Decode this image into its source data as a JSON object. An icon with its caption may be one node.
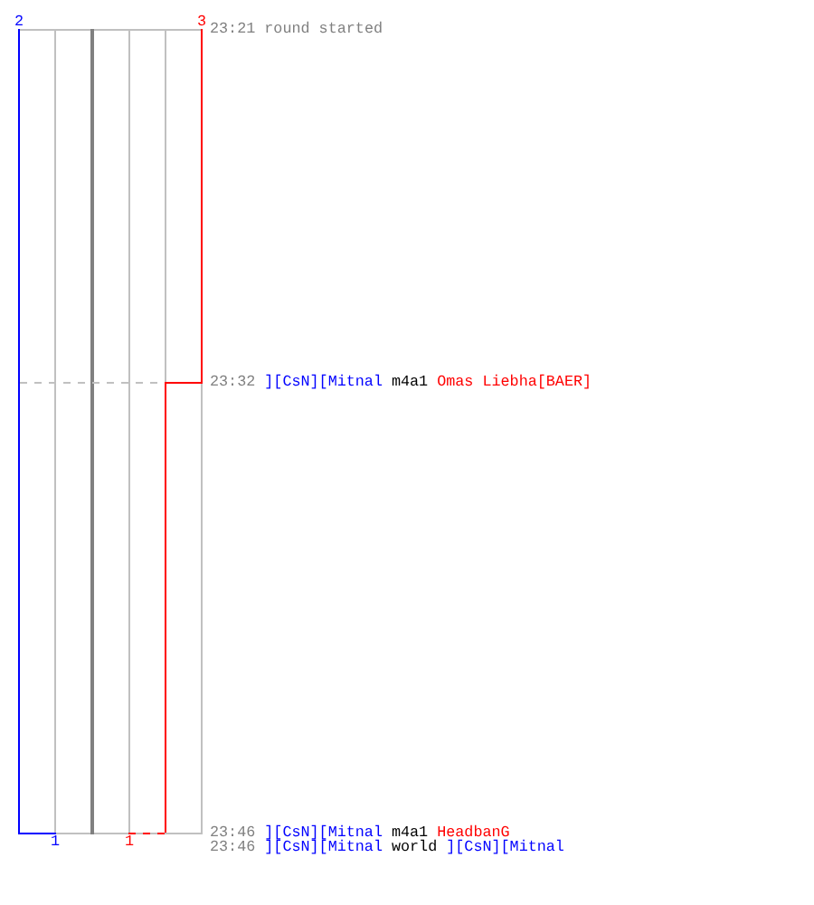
{
  "diagram": {
    "labels": [
      "2",
      "3",
      "23:21 round started",
      "23:32",
      "][CsN][Mitnal",
      "m4a1",
      "Omas Liebha[BAER]",
      "23:46",
      "][CsN][Mitnal",
      "m4a1",
      "HeadbanG",
      "1",
      "1",
      "23:46",
      "][CsN][Mitnal",
      "world",
      "][CsN][Mitnal"
    ]
  }
}
